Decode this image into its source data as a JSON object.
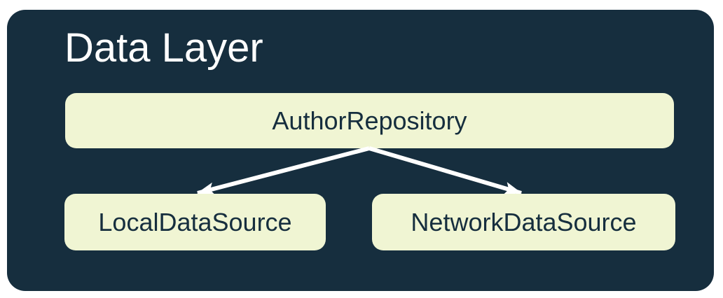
{
  "diagram": {
    "title": "Data Layer",
    "nodes": [
      {
        "id": "repository",
        "label": "AuthorRepository"
      },
      {
        "id": "local-data-source",
        "label": "LocalDataSource"
      },
      {
        "id": "network-data-source",
        "label": "NetworkDataSource"
      }
    ],
    "edges": [
      {
        "from": "AuthorRepository",
        "to": "LocalDataSource"
      },
      {
        "from": "AuthorRepository",
        "to": "NetworkDataSource"
      }
    ],
    "colors": {
      "page_background": "#FFFFFF",
      "container_background": "#162E3E",
      "node_background": "#F0F5D3",
      "node_text": "#162E3E",
      "title_text": "#FFFFFF",
      "arrow": "#FFFFFF"
    }
  }
}
